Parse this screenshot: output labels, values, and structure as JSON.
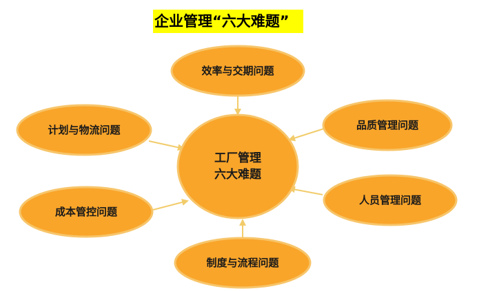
{
  "title": "企业管理“六大难题”",
  "center": {
    "line1": "工厂管理",
    "line2": "六大难题"
  },
  "nodes": [
    {
      "label": "效率与交期问题"
    },
    {
      "label": "品质管理问题"
    },
    {
      "label": "人员管理问题"
    },
    {
      "label": "制度与流程问题"
    },
    {
      "label": "成本管控问题"
    },
    {
      "label": "计划与物流问题"
    }
  ],
  "colors": {
    "node_fill": "#F9A52A",
    "node_stroke": "#F7C56A",
    "arrow": "#F2CC6B",
    "title_highlight": "#FFFF00"
  }
}
